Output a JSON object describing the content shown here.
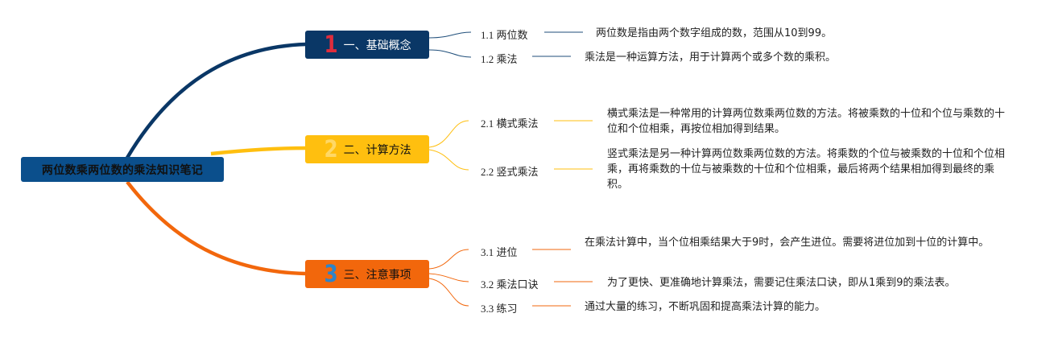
{
  "root": {
    "title": "两位数乘两位数的乘法知识笔记"
  },
  "colors": {
    "root_bg": "#0b4f8c",
    "branch_1": "#0a3766",
    "branch_2": "#ffbf0f",
    "branch_3": "#f2670c",
    "num_1": "#e02d3c",
    "num_2": "#ffd866",
    "num_3": "#2f84c8"
  },
  "topics": [
    {
      "num": "1",
      "label": "一、基础概念",
      "items": [
        {
          "label": "1.1 两位数",
          "desc": "两位数是指由两个数字组成的数，范围从10到99。"
        },
        {
          "label": "1.2 乘法",
          "desc": "乘法是一种运算方法，用于计算两个或多个数的乘积。"
        }
      ]
    },
    {
      "num": "2",
      "label": "二、计算方法",
      "items": [
        {
          "label": "2.1 横式乘法",
          "desc": "横式乘法是一种常用的计算两位数乘两位数的方法。将被乘数的十位和个位与乘数的十位和个位相乘，再按位相加得到结果。"
        },
        {
          "label": "2.2 竖式乘法",
          "desc": "竖式乘法是另一种计算两位数乘两位数的方法。将乘数的个位与被乘数的十位和个位相乘，再将乘数的十位与被乘数的十位和个位相乘，最后将两个结果相加得到最终的乘积。"
        }
      ]
    },
    {
      "num": "3",
      "label": "三、注意事项",
      "items": [
        {
          "label": "3.1 进位",
          "desc": "在乘法计算中，当个位相乘结果大于9时，会产生进位。需要将进位加到十位的计算中。"
        },
        {
          "label": "3.2 乘法口诀",
          "desc": "为了更快、更准确地计算乘法，需要记住乘法口诀，即从1乘到9的乘法表。"
        },
        {
          "label": "3.3 练习",
          "desc": "通过大量的练习，不断巩固和提高乘法计算的能力。"
        }
      ]
    }
  ]
}
